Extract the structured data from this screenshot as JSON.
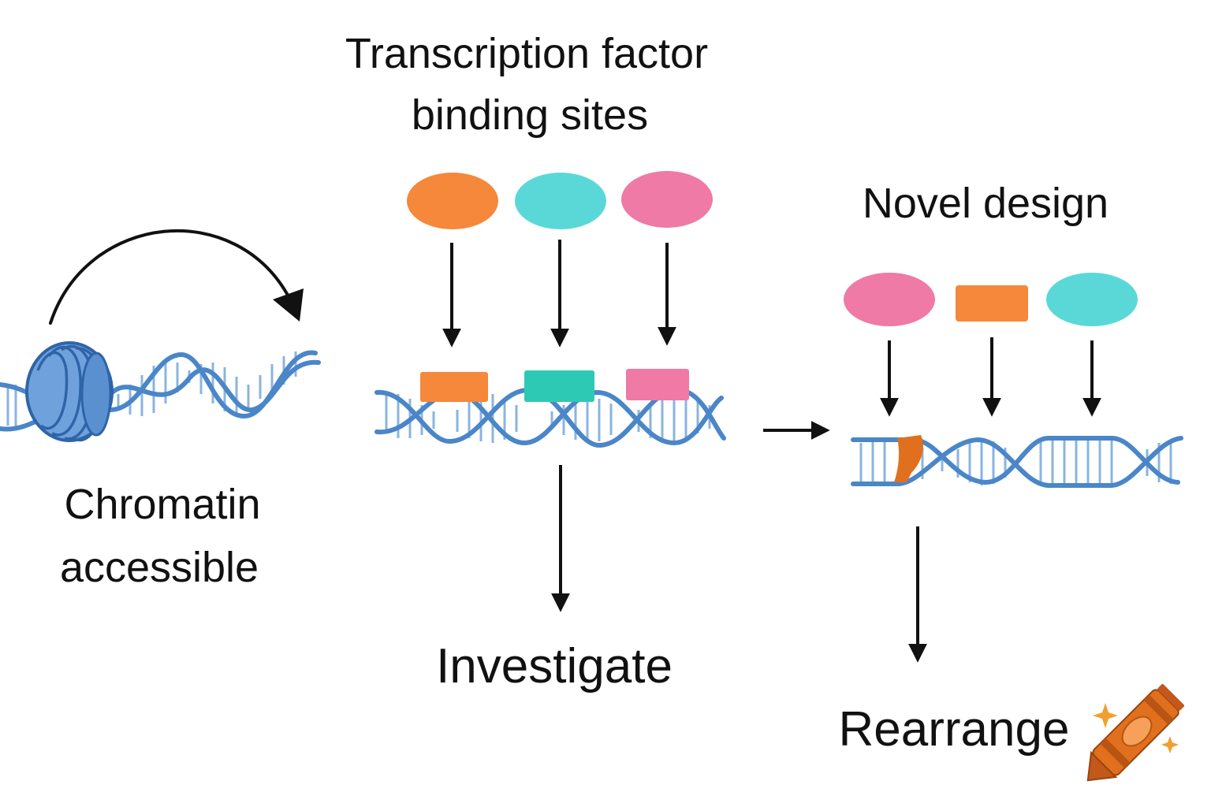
{
  "labels": {
    "tf_title_line1": "Transcription factor",
    "tf_title_line2": "binding sites",
    "chromatin_line1": "Chromatin",
    "chromatin_line2": "accessible",
    "novel_design": "Novel design",
    "investigate": "Investigate",
    "rearrange": "Rearrange"
  },
  "colors": {
    "orange": "#f5883a",
    "cyan": "#5ad8d8",
    "teal": "#2ec9b4",
    "pink": "#ee7aa5",
    "dna_blue": "#4a86c8",
    "dna_light": "#8ab4e0",
    "nucleosome": "#6fa2dc",
    "arrow": "#111111",
    "crayon": "#e0701e"
  },
  "icons": [
    "nucleosome-icon",
    "dna-helix-icon",
    "crayon-icon",
    "sparkle-icon"
  ]
}
